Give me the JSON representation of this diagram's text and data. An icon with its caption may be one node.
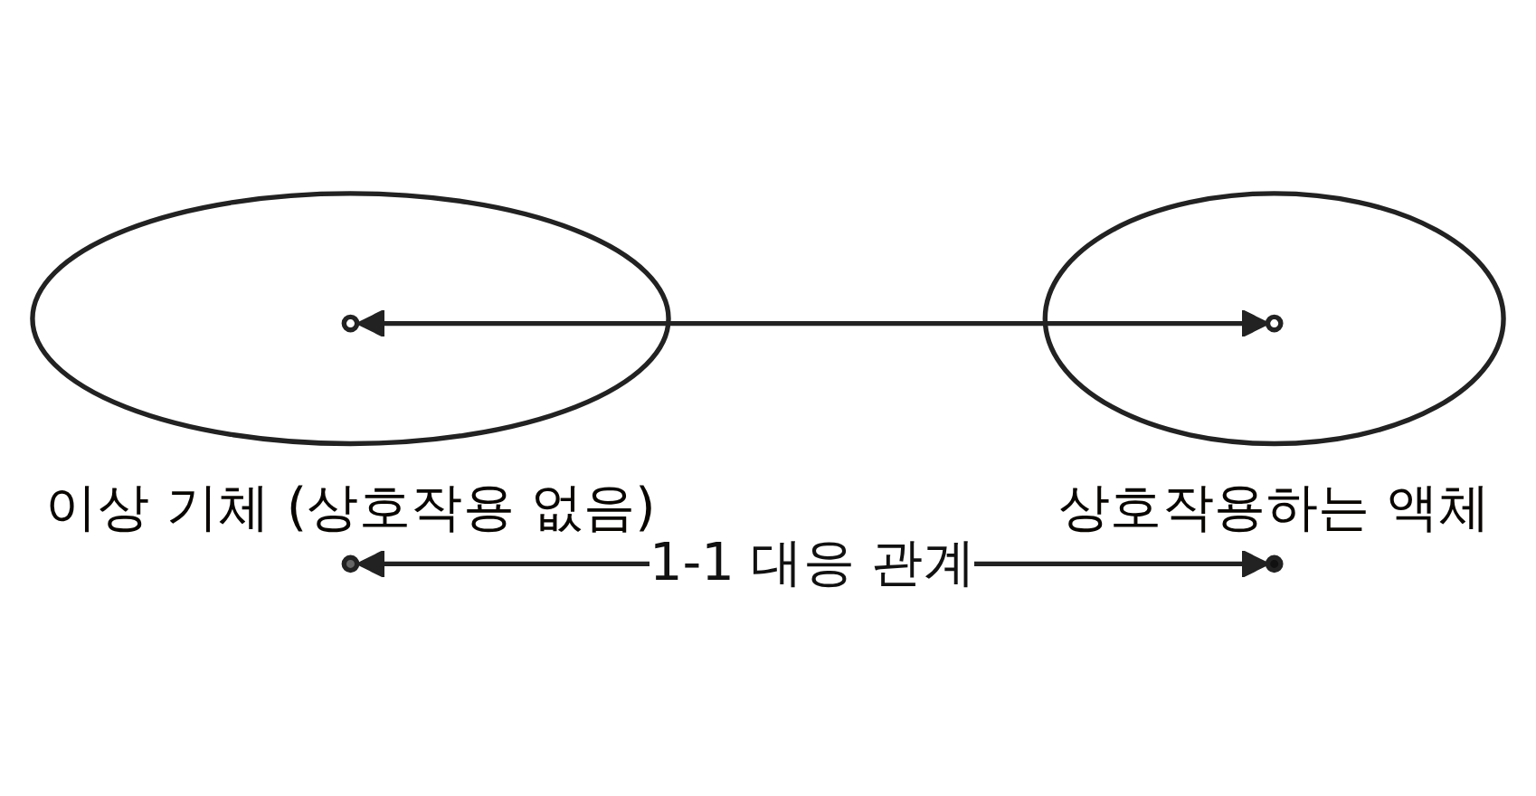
{
  "diagram": {
    "nodes": [
      {
        "text": [],
        "shape": "circle"
      },
      {
        "text": [],
        "shape": "circle"
      },
      {
        "text": [
          "이상 기체 (상호작용 없음)"
        ]
      },
      {
        "text": [],
        "shape": "circle",
        "in": 2
      },
      {
        "text": [
          "상호작용하는 액체"
        ]
      },
      {
        "text": [],
        "shape": "circle",
        "in": 4
      }
    ],
    "edges": [
      {
        "from": 0,
        "to": 1,
        "arrow": "both",
        "label": "1-1 대응 관계"
      },
      {
        "from": 3,
        "to": 5,
        "arrow": "both"
      }
    ]
  }
}
